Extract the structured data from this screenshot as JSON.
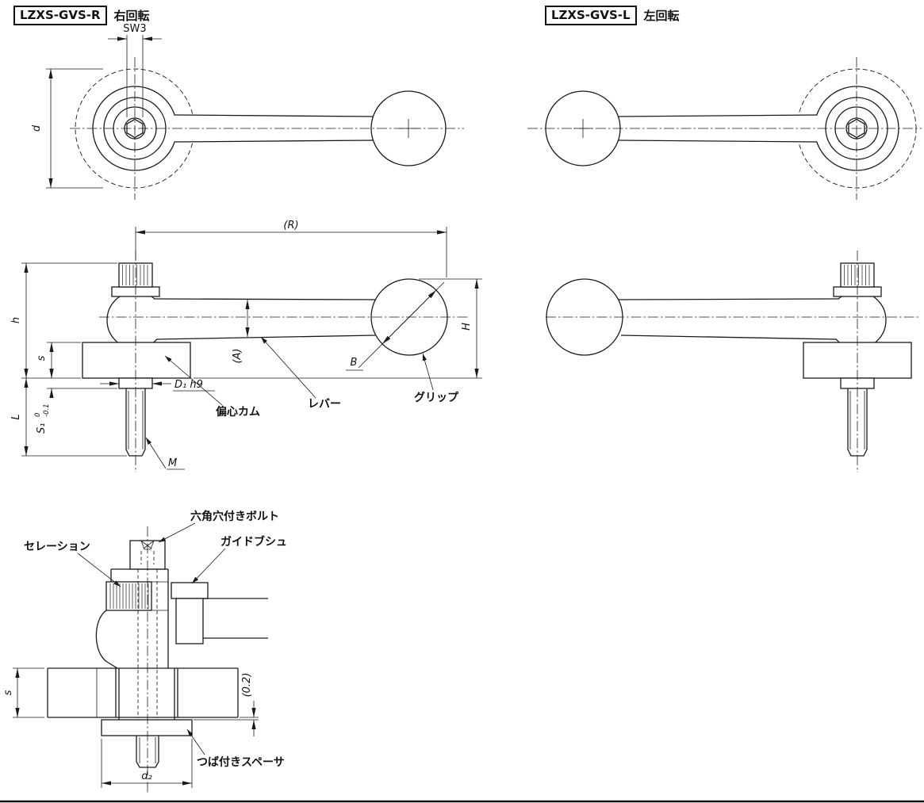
{
  "page": {
    "background": "#ffffff",
    "line_color": "#1a1a1a"
  },
  "header": {
    "right_version": {
      "model": "LZXS-GVS-R",
      "rotation": "右回転"
    },
    "left_version": {
      "model": "LZXS-GVS-L",
      "rotation": "左回転"
    }
  },
  "dimensions": {
    "sw3": "SW3",
    "d": "d",
    "r": "(R)",
    "h": "h",
    "s": "s",
    "l": "L",
    "s1": "S₁",
    "s1_tol_upper": "0",
    "s1_tol_lower": "-0.1",
    "d1": "D₁ h9",
    "a": "(A)",
    "b": "B",
    "h_overall": "H",
    "m": "M",
    "s_plate": "s",
    "gap": "(0.2)",
    "d2": "d₂"
  },
  "part_labels": {
    "eccentric_cam": "偏心カム",
    "lever": "レバー",
    "grip": "グリップ",
    "hex_socket_bolt": "六角穴付きボルト",
    "guide_bush": "ガイドブシュ",
    "serration": "セレーション",
    "flanged_spacer": "つば付きスペーサ"
  }
}
